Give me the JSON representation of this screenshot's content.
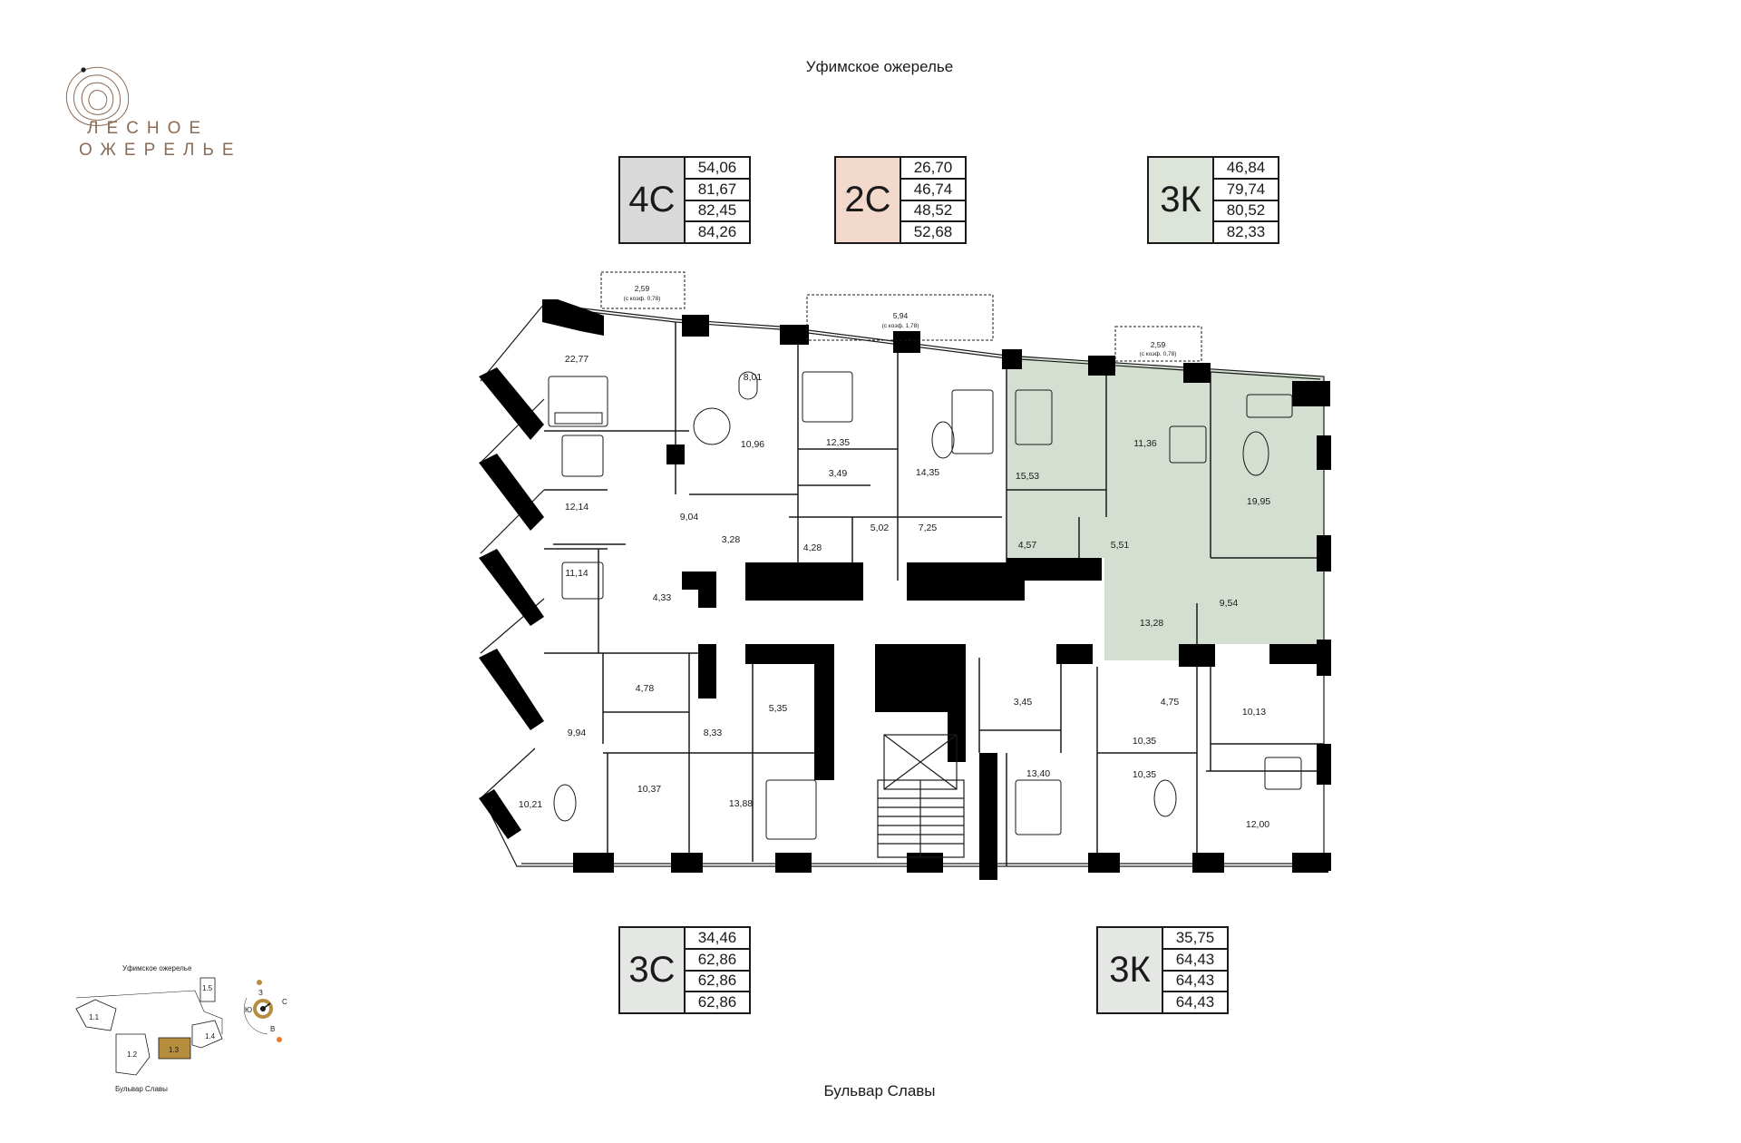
{
  "brand": {
    "line1": "ЛЕСНОЕ",
    "line2": "ОЖЕРЕЛЬЕ"
  },
  "streets": {
    "top": "Уфимское ожерелье",
    "bottom": "Бульвар Славы"
  },
  "colors": {
    "type_4C": "#d9d9d9",
    "type_2C": "#f2d9cc",
    "type_3K": "#dde5db",
    "type_3C": "#e4e7e4",
    "plan_fill": "#d4dfd1",
    "wall": "#000000",
    "brand": "#8b6b56",
    "accent": "#b58d3d"
  },
  "apartments": [
    {
      "type": "4С",
      "areas": [
        "54,06",
        "81,67",
        "82,45",
        "84,26"
      ]
    },
    {
      "type": "2С",
      "areas": [
        "26,70",
        "46,74",
        "48,52",
        "52,68"
      ]
    },
    {
      "type": "3К",
      "areas": [
        "46,84",
        "79,74",
        "80,52",
        "82,33"
      ]
    },
    {
      "type": "3С",
      "areas": [
        "34,46",
        "62,86",
        "62,86",
        "62,86"
      ]
    },
    {
      "type": "3К",
      "areas": [
        "35,75",
        "64,43",
        "64,43",
        "64,43"
      ]
    }
  ],
  "rooms": [
    "22,77",
    "8,01",
    "10,96",
    "12,35",
    "3,49",
    "14,35",
    "15,53",
    "11,36",
    "19,95",
    "12,14",
    "9,04",
    "3,28",
    "4,28",
    "5,02",
    "7,25",
    "4,57",
    "5,51",
    "11,14",
    "4,33",
    "13,28",
    "9,54",
    "4,78",
    "5,35",
    "3,45",
    "4,75",
    "10,13",
    "9,94",
    "8,33",
    "10,35",
    "10,21",
    "10,37",
    "13,88",
    "13,40",
    "10,35",
    "12,00"
  ],
  "balconies": [
    {
      "area": "2,59",
      "coef": "(с коэф. 0,78)"
    },
    {
      "area": "5,94",
      "coef": "(с коэф. 1,78)"
    },
    {
      "area": "2,59",
      "coef": "(с коэф. 0,78)"
    }
  ],
  "minimap": {
    "street_top": "Уфимское ожерелье",
    "street_bottom": "Бульвар Славы",
    "sections": [
      "1.1",
      "1.2",
      "1.3",
      "1.4",
      "1.5"
    ],
    "compass": [
      "З",
      "С",
      "Ю",
      "В"
    ]
  }
}
